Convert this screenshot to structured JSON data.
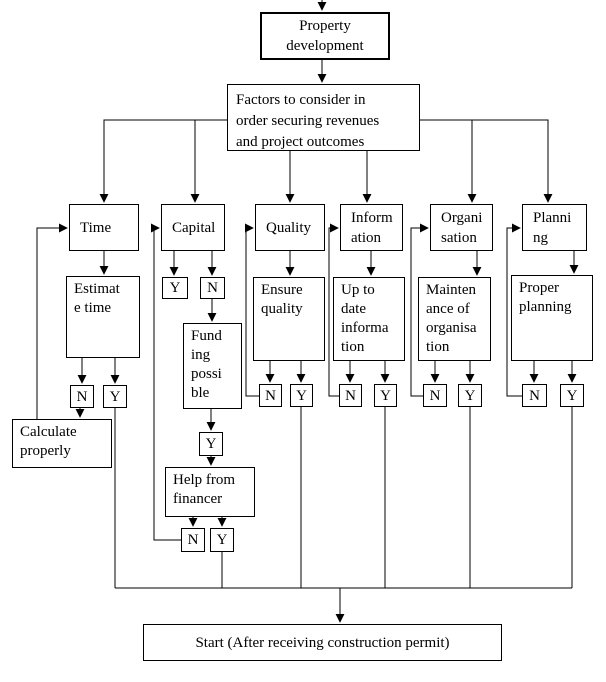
{
  "diagram": {
    "nodes": {
      "property": "Property\ndevelopment",
      "factors": "Factors to consider in\norder securing revenues\nand project outcomes",
      "time": "Time",
      "capital": "Capital",
      "quality": "Quality",
      "information": "Inform\nation",
      "organisation": "Organi\nsation",
      "planning": "Planni\nng",
      "estimate_time": "Estimat\ne time",
      "ensure_quality": "Ensure\nquality",
      "up_to_date_information": "Up to\ndate\ninforma\ntion",
      "maintenance_of_organisation": "Mainten\nance of\norganisa\ntion",
      "proper_planning": "Proper\nplanning",
      "funding_possible": "Fund\ning\npossi\nble",
      "help_from_financer": "Help from\nfinancer",
      "calculate_properly": "Calculate\nproperly",
      "start": "Start (After receiving construction permit)"
    },
    "decisions": {
      "time": {
        "left": "N",
        "right": "Y"
      },
      "capital": {
        "left": "Y",
        "right": "N"
      },
      "funding": {
        "middle": "Y"
      },
      "financer": {
        "left": "N",
        "right": "Y"
      },
      "quality": {
        "left": "N",
        "right": "Y"
      },
      "information": {
        "left": "N",
        "right": "Y"
      },
      "organisation": {
        "left": "N",
        "right": "Y"
      },
      "planning": {
        "left": "N",
        "right": "Y"
      }
    },
    "colors": {
      "line": "#000000",
      "background": "#ffffff"
    }
  }
}
